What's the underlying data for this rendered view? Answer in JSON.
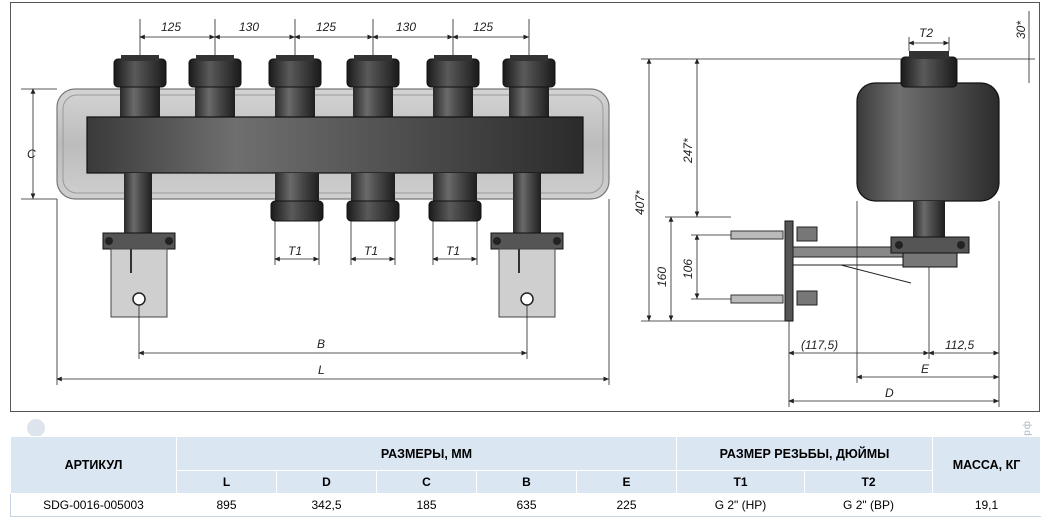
{
  "drawing": {
    "front_dims": {
      "spacing_1": "125",
      "spacing_2": "130",
      "spacing_3": "125",
      "spacing_4": "130",
      "spacing_5": "125",
      "c_label": "C",
      "t1_label": "T1",
      "b_label": "B",
      "l_label": "L"
    },
    "side_dims": {
      "t2_label": "T2",
      "top_offset": "30*",
      "height_total": "407*",
      "height_upper": "247*",
      "height_160": "160",
      "height_106": "106",
      "offset_117": "(117,5)",
      "offset_112": "112,5",
      "e_label": "E",
      "d_label": "D"
    }
  },
  "table": {
    "col_article": "АРТИКУЛ",
    "col_dimensions": "РАЗМЕРЫ, ММ",
    "col_thread": "РАЗМЕР РЕЗЬБЫ, ДЮЙМЫ",
    "col_mass": "МАССА, КГ",
    "sub_l": "L",
    "sub_d": "D",
    "sub_c": "C",
    "sub_b": "B",
    "sub_e": "E",
    "sub_t1": "T1",
    "sub_t2": "T2",
    "row": {
      "article": "SDG-0016-005003",
      "l": "895",
      "d": "342,5",
      "c": "185",
      "b": "635",
      "e": "225",
      "t1": "G 2\" (НР)",
      "t2": "G 2\" (ВР)",
      "mass": "19,1"
    }
  },
  "watermark": {
    "text": "афоня.рф"
  }
}
